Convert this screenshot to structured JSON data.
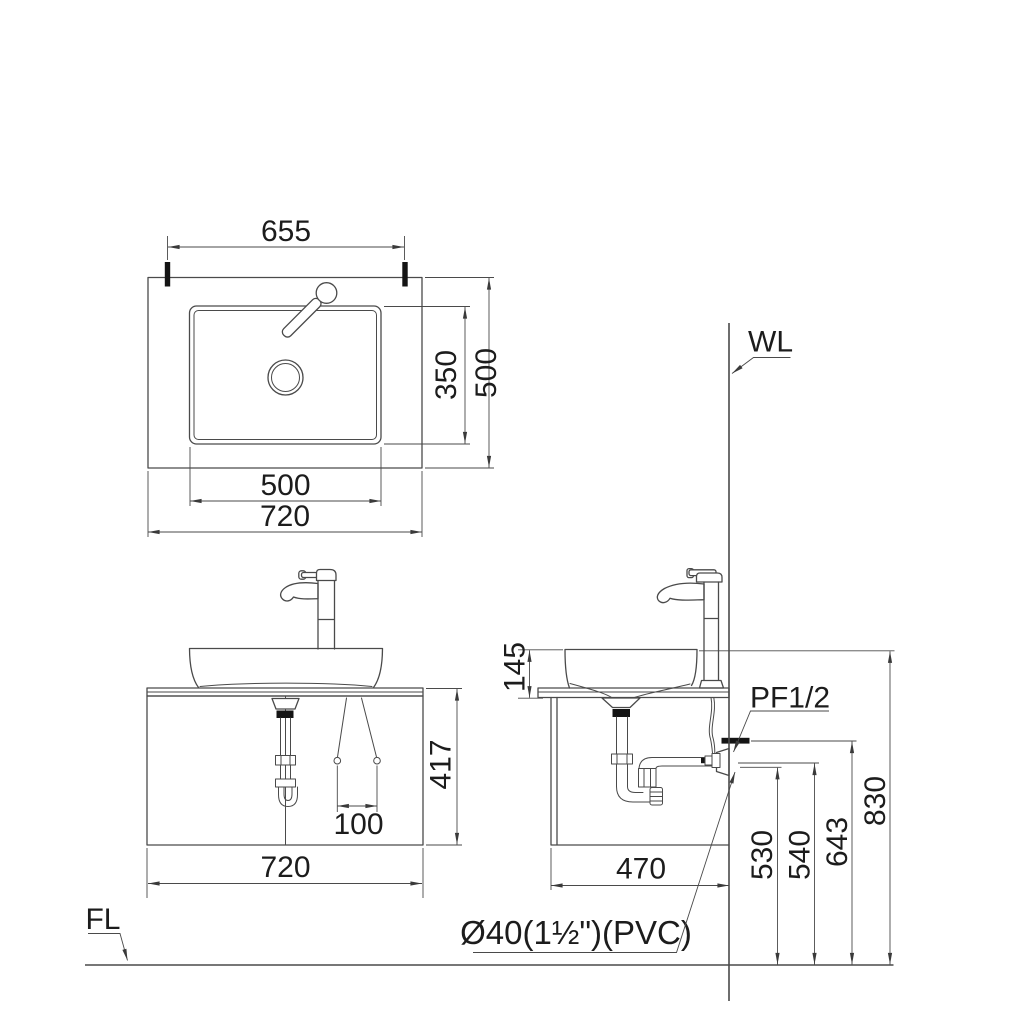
{
  "drawing": {
    "type": "installation-diagram",
    "labels": {
      "wall_line": "WL",
      "floor_line": "FL",
      "supply_connection": "PF1/2",
      "drain_pipe": "Ø40(1½\")(PVC)"
    },
    "top_view": {
      "dims": {
        "bolt_spacing": "655",
        "basin_width": "500",
        "counter_width": "720",
        "basin_depth": "350",
        "counter_depth": "500"
      }
    },
    "front_view": {
      "dims": {
        "supply_spacing": "100",
        "cabinet_height": "417",
        "counter_width": "720"
      }
    },
    "side_view": {
      "dims": {
        "basin_height": "145",
        "cabinet_depth": "470",
        "outlet_height": "530",
        "valve_height": "540",
        "stub_height": "643",
        "rim_height": "830"
      }
    },
    "colors": {
      "line": "#4a4a4a",
      "text": "#1c1c1c",
      "fill_dark": "#141414"
    }
  }
}
